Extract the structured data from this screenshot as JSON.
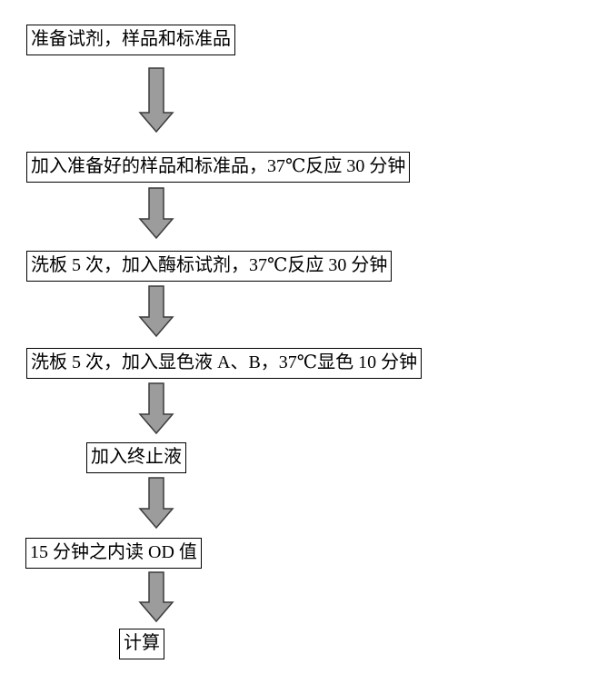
{
  "flowchart": {
    "steps": [
      {
        "label": "准备试剂，样品和标准品"
      },
      {
        "label": "加入准备好的样品和标准品，37℃反应 30 分钟"
      },
      {
        "label": "洗板 5 次，加入酶标试剂，37℃反应 30 分钟"
      },
      {
        "label": "洗板 5 次，加入显色液 A、B，37℃显色 10 分钟"
      },
      {
        "label": "加入终止液"
      },
      {
        "label": "15 分钟之内读 OD 值"
      },
      {
        "label": "计算"
      }
    ],
    "colors": {
      "arrow_fill": "#9c9c9c",
      "arrow_stroke": "#3b3b3b",
      "box_border": "#000000",
      "box_background": "#ffffff",
      "text_color": "#000000",
      "page_background": "#ffffff"
    }
  }
}
